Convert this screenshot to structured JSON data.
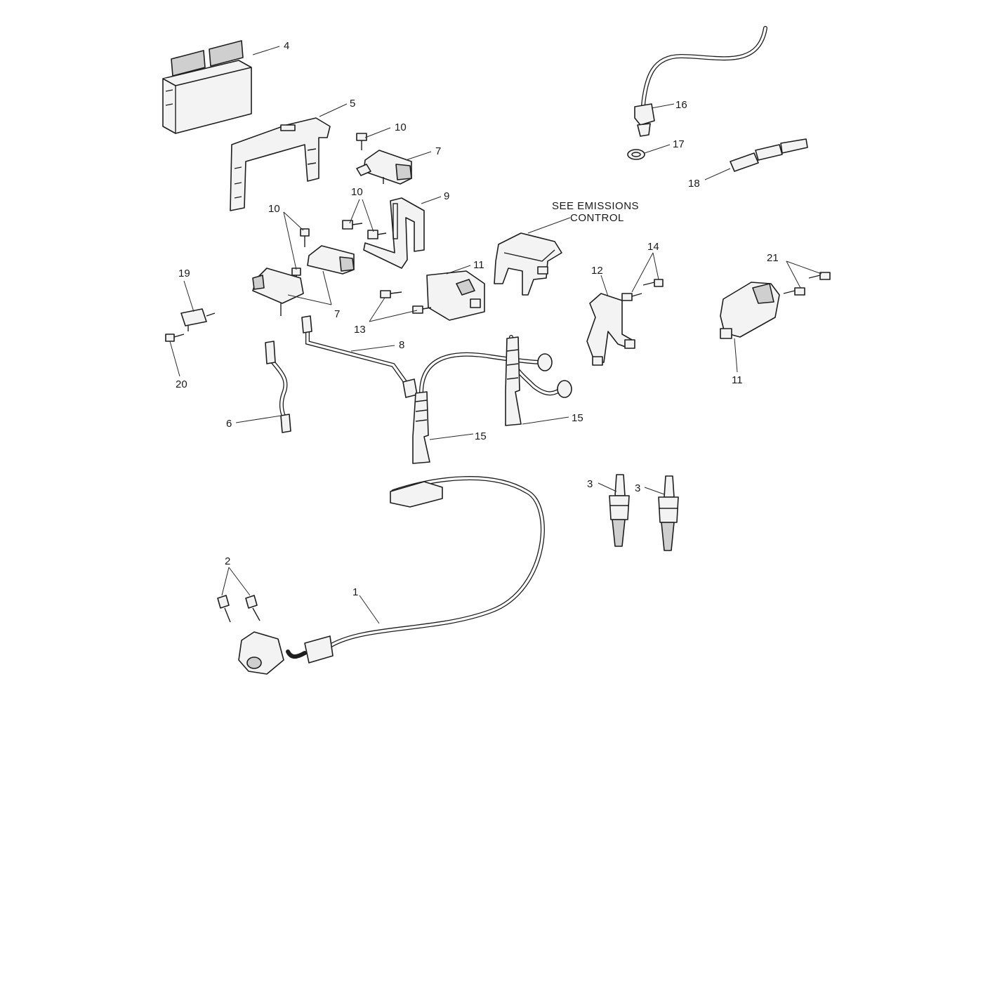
{
  "callouts": {
    "c1": "1",
    "c2": "2",
    "c3a": "3",
    "c3b": "3",
    "c4": "4",
    "c5": "5",
    "c6": "6",
    "c7a": "7",
    "c7b": "7",
    "c8": "8",
    "c9": "9",
    "c10a": "10",
    "c10b": "10",
    "c10c": "10",
    "c11a": "11",
    "c11b": "11",
    "c12": "12",
    "c13": "13",
    "c14": "14",
    "c15a": "15",
    "c15b": "15",
    "c16": "16",
    "c17": "17",
    "c18": "18",
    "c19": "19",
    "c20": "20",
    "c21": "21"
  },
  "note": {
    "line1": "SEE EMISSIONS",
    "line2": "CONTROL"
  },
  "colors": {
    "ink": "#1e1e1e",
    "fill": "#f3f3f3",
    "paper": "#ffffff"
  }
}
